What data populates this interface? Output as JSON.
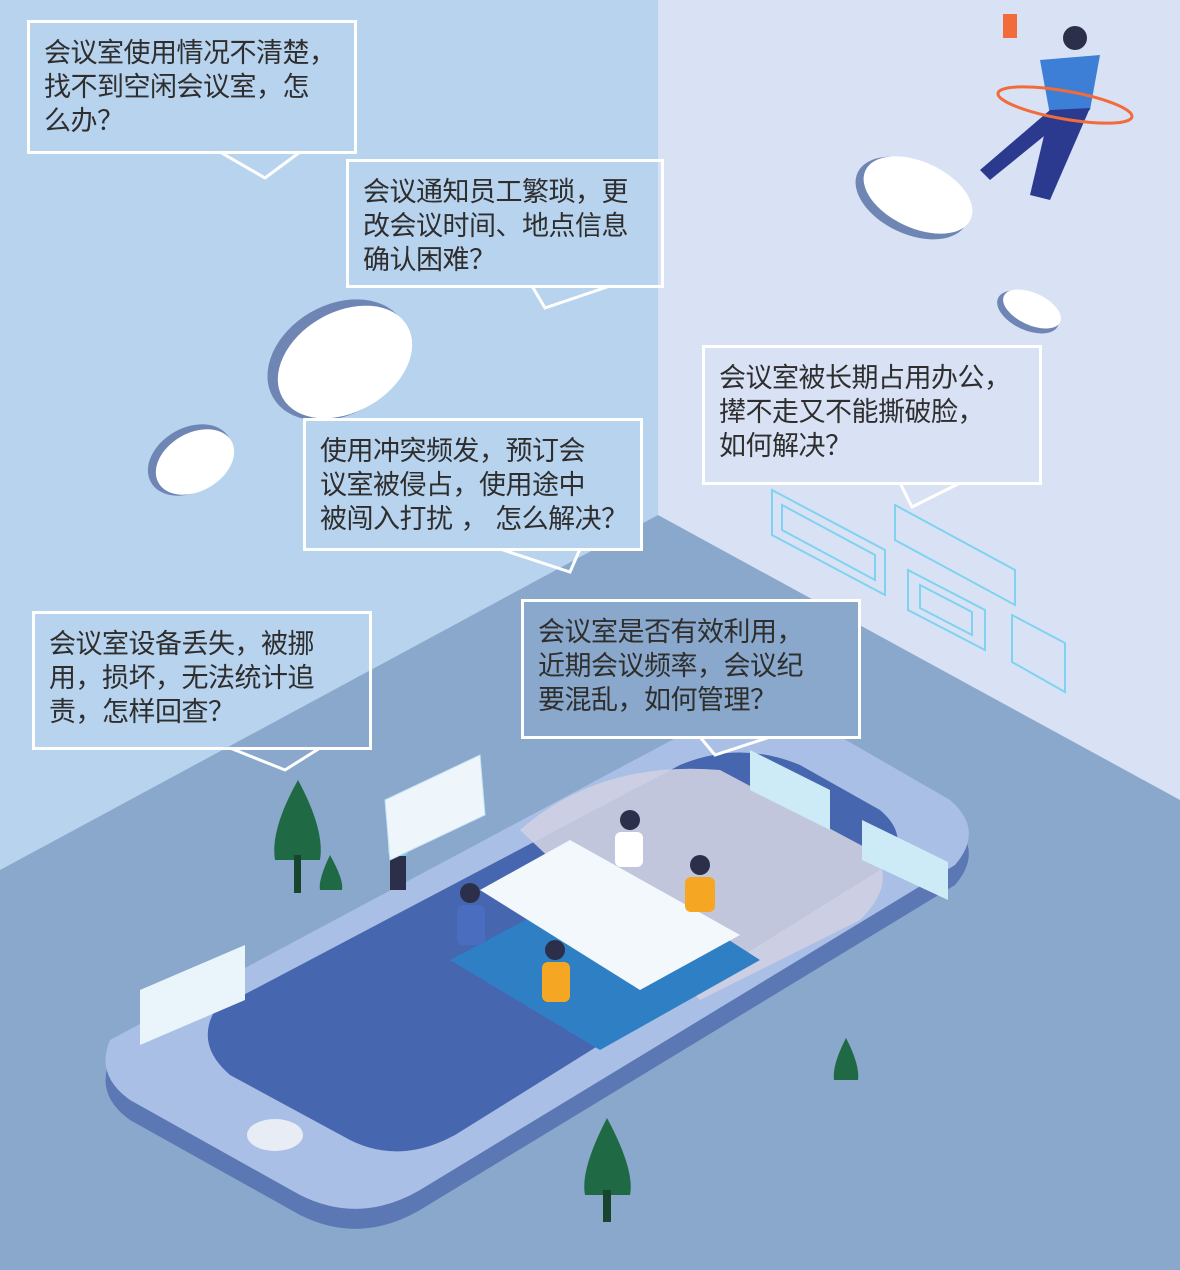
{
  "bubbles": [
    {
      "lines": [
        "会议室使用情况不清楚，",
        "找不到空闲会议室，怎",
        "么办？"
      ]
    },
    {
      "lines": [
        "会议通知员工繁琐，更",
        "改会议时间、地点信息",
        "确认困难？"
      ]
    },
    {
      "lines": [
        "会议室被长期占用办公，",
        "撵不走又不能撕破脸，",
        "如何解决？"
      ]
    },
    {
      "lines": [
        "使用冲突频发，预订会",
        "议室被侵占，使用途中",
        "被闯入打扰 ， 怎么解决？"
      ]
    },
    {
      "lines": [
        "会议室设备丢失，被挪",
        "用，损坏，无法统计追",
        "责，怎样回查？"
      ]
    },
    {
      "lines": [
        "会议室是否有效利用，",
        "近期会议频率，会议纪",
        "要混乱，如何管理？"
      ]
    }
  ],
  "colors": {
    "left_wall": "#b8d3ee",
    "right_wall": "#d9e2f5",
    "floor": "#89a8cb",
    "phone_screen": "#4766b0",
    "tree": "#1f6a45"
  }
}
